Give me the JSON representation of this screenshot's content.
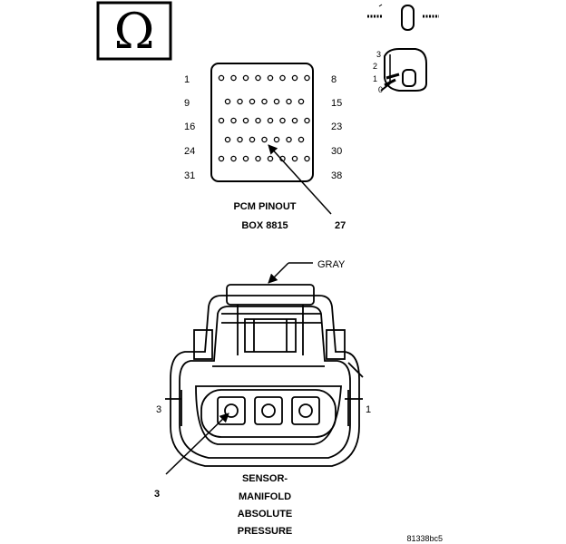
{
  "ohmmeter_symbol": "Ω",
  "pcm": {
    "pin_labels_left": [
      "1",
      "9",
      "16",
      "24",
      "31"
    ],
    "pin_labels_right": [
      "8",
      "15",
      "23",
      "30",
      "38"
    ],
    "callout_pin": "27",
    "title_line1": "PCM PINOUT",
    "title_line2": "BOX 8815"
  },
  "key_switch": {
    "positions": [
      "3",
      "2",
      "1",
      "0"
    ]
  },
  "connector": {
    "color_label": "GRAY",
    "left_pin_label": "3",
    "right_pin_label": "1",
    "callout_pin": "3",
    "name_lines": [
      "SENSOR-",
      "MANIFOLD",
      "ABSOLUTE",
      "PRESSURE"
    ]
  },
  "figure_id": "81338bc5",
  "colors": {
    "ink": "#000000",
    "background": "#ffffff"
  }
}
